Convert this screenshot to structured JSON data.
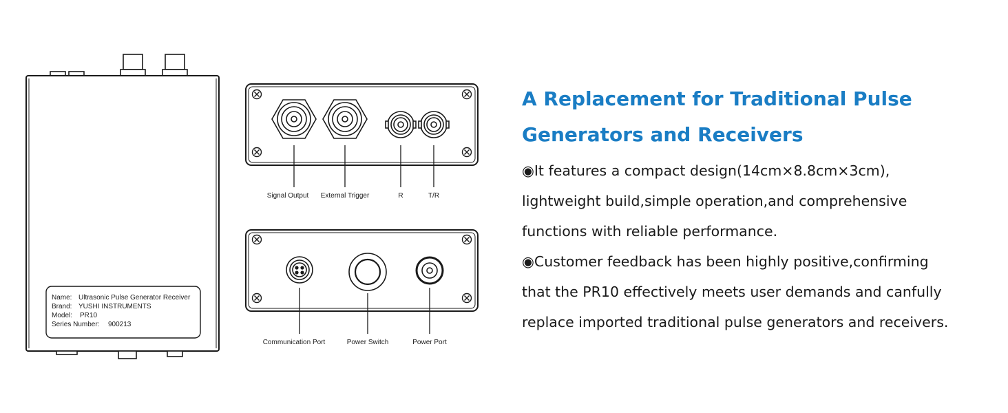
{
  "device_nameplate": {
    "name_key": "Name:",
    "name_value": "Ultrasonic Pulse Generator Receiver",
    "brand_key": "Brand:",
    "brand_value": "YUSHI INSTRUMENTS",
    "model_key": "Model:",
    "model_value": "PR10",
    "series_key": "Series Number:",
    "series_value": "900213"
  },
  "front_panel": {
    "labels": [
      "Signal Output",
      "External Trigger",
      "R",
      "T/R"
    ]
  },
  "back_panel": {
    "labels": [
      "Communication Port",
      "Power Switch",
      "Power Port"
    ]
  },
  "headline": {
    "line1": "A Replacement for Traditional Pulse",
    "line2": "Generators and Receivers",
    "color": "#1a7dc4"
  },
  "body": {
    "lines": [
      "◉It features a compact design(14cm×8.8cm×3cm),",
      "lightweight build,simple operation,and comprehensive",
      "functions with reliable performance.",
      "◉Customer feedback has been highly positive,confirming",
      "that the PR10 effectively meets user demands and canfully",
      "replace imported traditional pulse generators and receivers."
    ]
  }
}
